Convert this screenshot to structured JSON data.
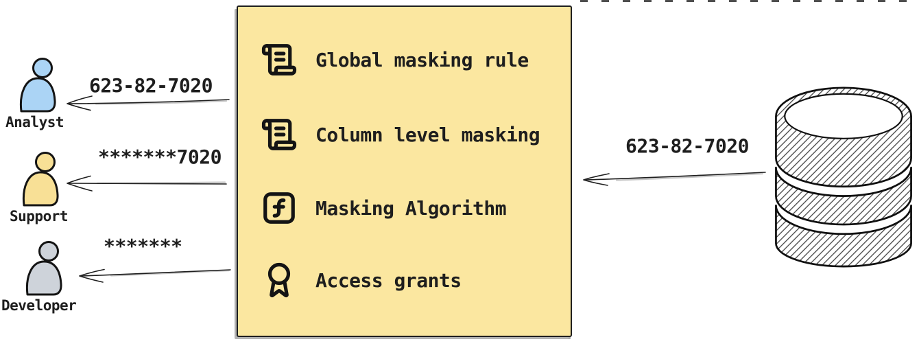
{
  "ink": "#1e1e1e",
  "top_decoration": "cropped-dashed-line",
  "personas": [
    {
      "label": "Analyst",
      "received_value": "623-82-7020",
      "fill": "#abd4f5"
    },
    {
      "label": "Support",
      "received_value": "*******7020",
      "fill": "#f8e096"
    },
    {
      "label": "Developer",
      "received_value": "*******",
      "fill": "#ced3da"
    }
  ],
  "masking_box": {
    "background": "#fbe7a0",
    "border_color": "#1e1e1e",
    "items": [
      {
        "icon": "scroll-text-icon",
        "label": "Global masking rule"
      },
      {
        "icon": "scroll-text-icon",
        "label": "Column level masking"
      },
      {
        "icon": "function-square-icon",
        "label": "Masking Algorithm"
      },
      {
        "icon": "award-icon",
        "label": "Access grants"
      }
    ]
  },
  "database": {
    "icon": "database-icon",
    "outgoing_value": "623-82-7020"
  }
}
